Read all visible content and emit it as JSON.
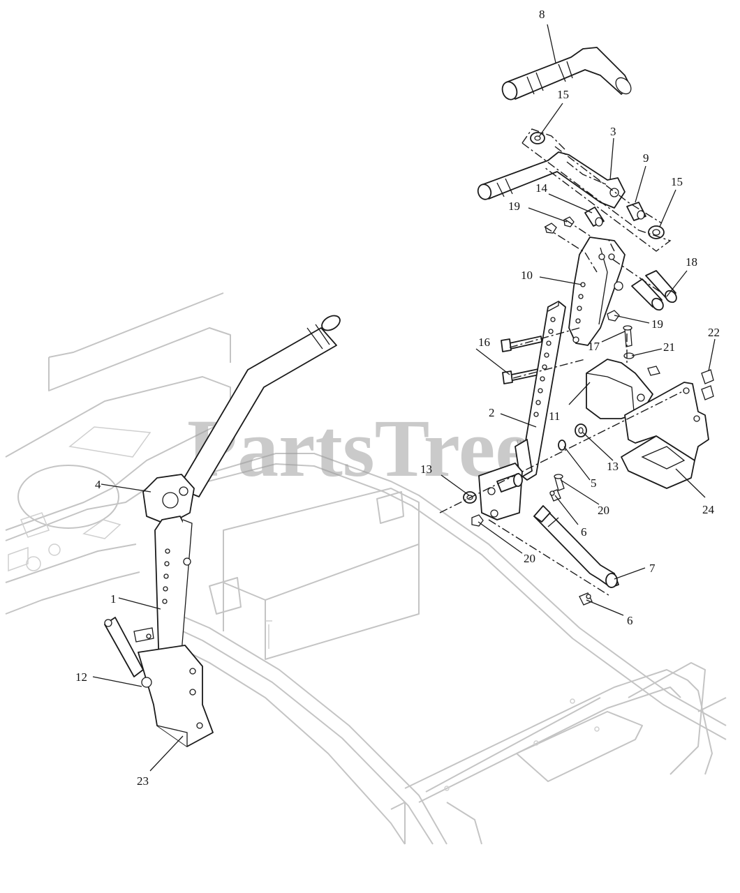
{
  "watermark": {
    "text": "PartsTree",
    "trademark": "™"
  },
  "callouts": [
    {
      "id": "c8",
      "text": "8"
    },
    {
      "id": "c15a",
      "text": "15"
    },
    {
      "id": "c3",
      "text": "3"
    },
    {
      "id": "c9",
      "text": "9"
    },
    {
      "id": "c15b",
      "text": "15"
    },
    {
      "id": "c14",
      "text": "14"
    },
    {
      "id": "c19a",
      "text": "19"
    },
    {
      "id": "c18",
      "text": "18"
    },
    {
      "id": "c10",
      "text": "10"
    },
    {
      "id": "c19b",
      "text": "19"
    },
    {
      "id": "c22",
      "text": "22"
    },
    {
      "id": "c16",
      "text": "16"
    },
    {
      "id": "c17",
      "text": "17"
    },
    {
      "id": "c21",
      "text": "21"
    },
    {
      "id": "c2",
      "text": "2"
    },
    {
      "id": "c11",
      "text": "11"
    },
    {
      "id": "c13a",
      "text": "13"
    },
    {
      "id": "c13b",
      "text": "13"
    },
    {
      "id": "c5",
      "text": "5"
    },
    {
      "id": "c4",
      "text": "4"
    },
    {
      "id": "c20a",
      "text": "20"
    },
    {
      "id": "c24",
      "text": "24"
    },
    {
      "id": "c6a",
      "text": "6"
    },
    {
      "id": "c20b",
      "text": "20"
    },
    {
      "id": "c7",
      "text": "7"
    },
    {
      "id": "c1",
      "text": "1"
    },
    {
      "id": "c6b",
      "text": "6"
    },
    {
      "id": "c12",
      "text": "12"
    },
    {
      "id": "c23",
      "text": "23"
    }
  ]
}
